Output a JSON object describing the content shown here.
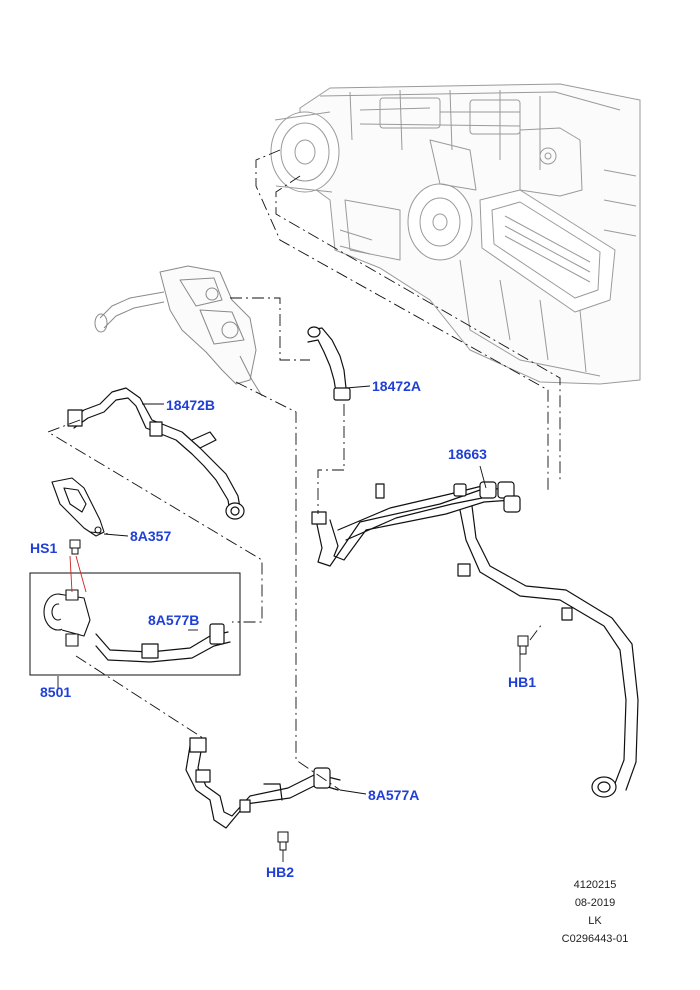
{
  "colors": {
    "label": "#1f3fd6",
    "line": "#111111",
    "ghost": "#9a9a9a",
    "leader_red": "#d02020"
  },
  "callouts": {
    "c18472B": "18472B",
    "c18472A": "18472A",
    "c18663": "18663",
    "c8A357": "8A357",
    "cHS1": "HS1",
    "c8A577B": "8A577B",
    "c8501": "8501",
    "cHB1": "HB1",
    "c8A577A": "8A577A",
    "cHB2": "HB2"
  },
  "reference": {
    "number": "4120215",
    "date": "08-2019",
    "code": "LK",
    "image_id": "C0296443-01"
  }
}
